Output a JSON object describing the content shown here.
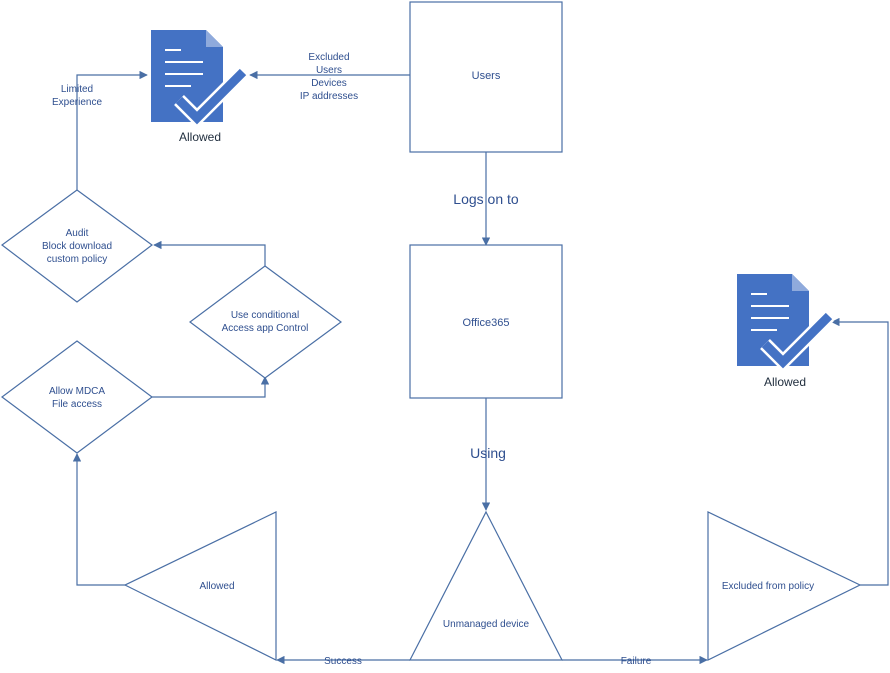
{
  "nodes": {
    "users": "Users",
    "office365": "Office365",
    "unmanaged_device": "Unmanaged device",
    "excluded_from_policy": "Excluded from policy",
    "allowed_triangle": "Allowed",
    "allow_mdca": [
      "Allow MDCA",
      "File access"
    ],
    "use_conditional": [
      "Use conditional",
      "Access app Control"
    ],
    "audit": [
      "Audit",
      "Block download",
      "custom policy"
    ],
    "allowed_doc_top": "Allowed",
    "allowed_doc_right": "Allowed"
  },
  "edges": {
    "logs_on_to": "Logs on to",
    "using": "Using",
    "success": "Success",
    "failure": "Failure",
    "excluded": [
      "Excluded",
      "Users",
      "Devices",
      "IP addresses"
    ],
    "limited_experience": [
      "Limited",
      "Experience"
    ]
  },
  "colors": {
    "stroke": "#4A6FA5",
    "text": "#2F4F8F",
    "document": "#4472C4"
  },
  "icons": {
    "document_check": "document-check-icon"
  }
}
